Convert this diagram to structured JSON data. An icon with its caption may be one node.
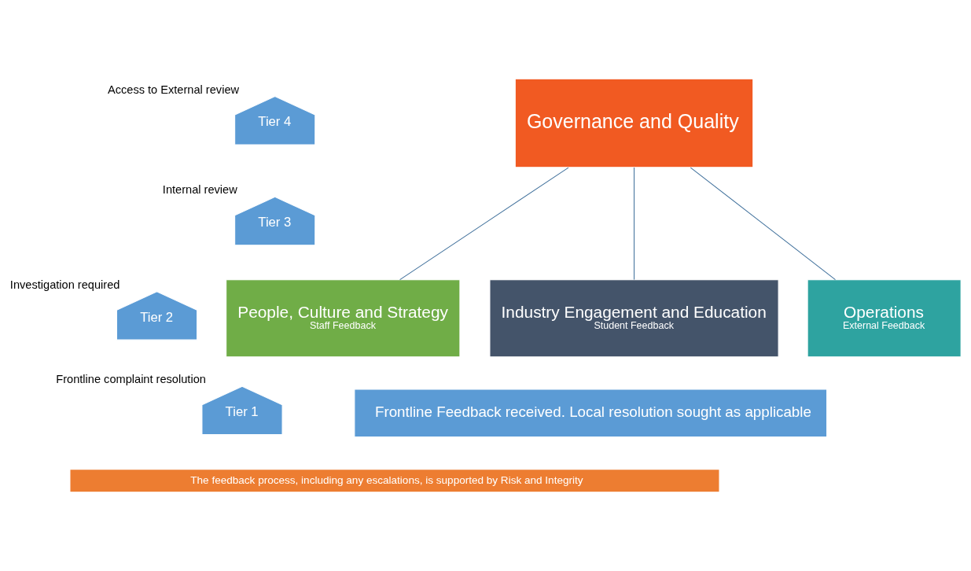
{
  "diagram": {
    "nodes": [
      {
        "text": [
          "Tier 4"
        ],
        "beside": [
          "Access to External review"
        ]
      },
      {
        "text": [
          "Tier 3"
        ],
        "beside": [
          "Internal review"
        ]
      },
      {
        "text": [
          "Tier 2"
        ],
        "beside": [
          "Investigation required"
        ]
      },
      {
        "text": [
          "Tier 1"
        ],
        "beside": [
          "Frontline complaint resolution"
        ]
      },
      {
        "text": [
          "Governance and Quality"
        ]
      },
      {
        "text": [
          "People, Culture and Strategy",
          "Staff Feedback"
        ]
      },
      {
        "text": [
          "Industry Engagement and Education",
          "Student Feedback"
        ]
      },
      {
        "text": [
          "Operations",
          "External Feedback"
        ]
      },
      {
        "text": [
          "Frontline Feedback received. Local resolution sought as applicable"
        ]
      },
      {
        "text": [
          "The feedback process, including any escalations, is supported by Risk and Integrity"
        ]
      }
    ],
    "edges": [
      {
        "from": 4,
        "to": 5,
        "arrow": "none"
      },
      {
        "from": 4,
        "to": 6,
        "arrow": "none"
      },
      {
        "from": 4,
        "to": 7,
        "arrow": "none"
      }
    ]
  }
}
